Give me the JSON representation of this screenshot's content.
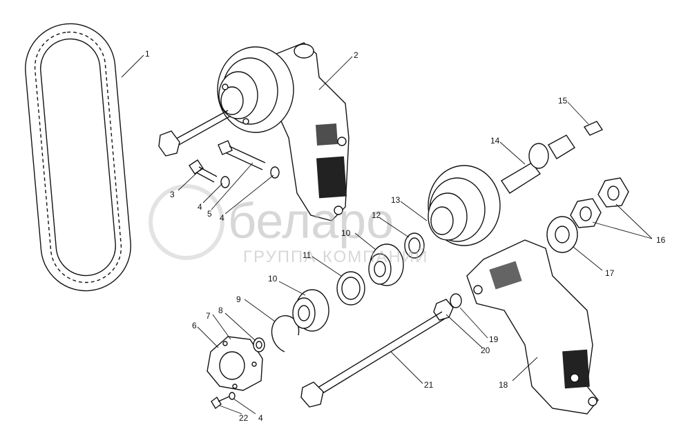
{
  "diagram": {
    "callouts": [
      {
        "id": "c1",
        "label": "1"
      },
      {
        "id": "c2",
        "label": "2"
      },
      {
        "id": "c3",
        "label": "3"
      },
      {
        "id": "c4a",
        "label": "4"
      },
      {
        "id": "c5",
        "label": "5"
      },
      {
        "id": "c4b",
        "label": "4"
      },
      {
        "id": "c6",
        "label": "6"
      },
      {
        "id": "c7",
        "label": "7"
      },
      {
        "id": "c8",
        "label": "8"
      },
      {
        "id": "c9",
        "label": "9"
      },
      {
        "id": "c10a",
        "label": "10"
      },
      {
        "id": "c10b",
        "label": "10"
      },
      {
        "id": "c11",
        "label": "11"
      },
      {
        "id": "c12",
        "label": "12"
      },
      {
        "id": "c13",
        "label": "13"
      },
      {
        "id": "c14",
        "label": "14"
      },
      {
        "id": "c15",
        "label": "15"
      },
      {
        "id": "c16",
        "label": "16"
      },
      {
        "id": "c17",
        "label": "17"
      },
      {
        "id": "c18",
        "label": "18"
      },
      {
        "id": "c19",
        "label": "19"
      },
      {
        "id": "c20",
        "label": "20"
      },
      {
        "id": "c21",
        "label": "21"
      },
      {
        "id": "c22",
        "label": "22"
      },
      {
        "id": "c4c",
        "label": "4"
      }
    ],
    "watermark": {
      "brand": "беларо",
      "tagline": "ГРУППА КОМПАНИЙ"
    }
  }
}
